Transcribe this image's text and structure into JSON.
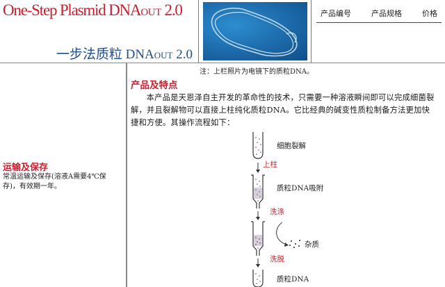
{
  "header": {
    "title_en_main": "One-Step Plasmid DNA",
    "title_en_sub": "OUT",
    "title_en_version": " 2.0",
    "title_cn_main": "一步法质粒 DNA",
    "title_cn_sub": "OUT",
    "title_cn_version": " 2.0",
    "photo_alt": "电镜下的质粒DNA",
    "spec_columns": [
      "产品编号",
      "产品规格",
      "价格"
    ]
  },
  "note": "注：上栏照片为电镜下的质粒DNA。",
  "features": {
    "title": "产品及特点",
    "paragraph": "本产品是天恩泽自主开发的革命性的技术，只需要一种溶液瞬间即可以完成细菌裂解，并且裂解物可以直接上柱纯化质粒DNA。它比经典的碱变性质粒制备方法更加快捷和方便。其操作流程如下："
  },
  "storage": {
    "title": "运输及保存",
    "paragraph": "常温运输及保存(溶液A需要4℃保存)，有效期一年。"
  },
  "workflow": {
    "stages": [
      {
        "label": "细胞裂解"
      },
      {
        "label": "质粒DNA吸附"
      },
      {
        "label": "杂质"
      },
      {
        "label": "质粒DNA"
      }
    ],
    "steps": [
      "上柱",
      "洗涤",
      "洗脱"
    ]
  },
  "colors": {
    "accent_red": "#c8202f",
    "title_blue": "#1d4f8c",
    "photo_blue": "#1f6fb0"
  }
}
